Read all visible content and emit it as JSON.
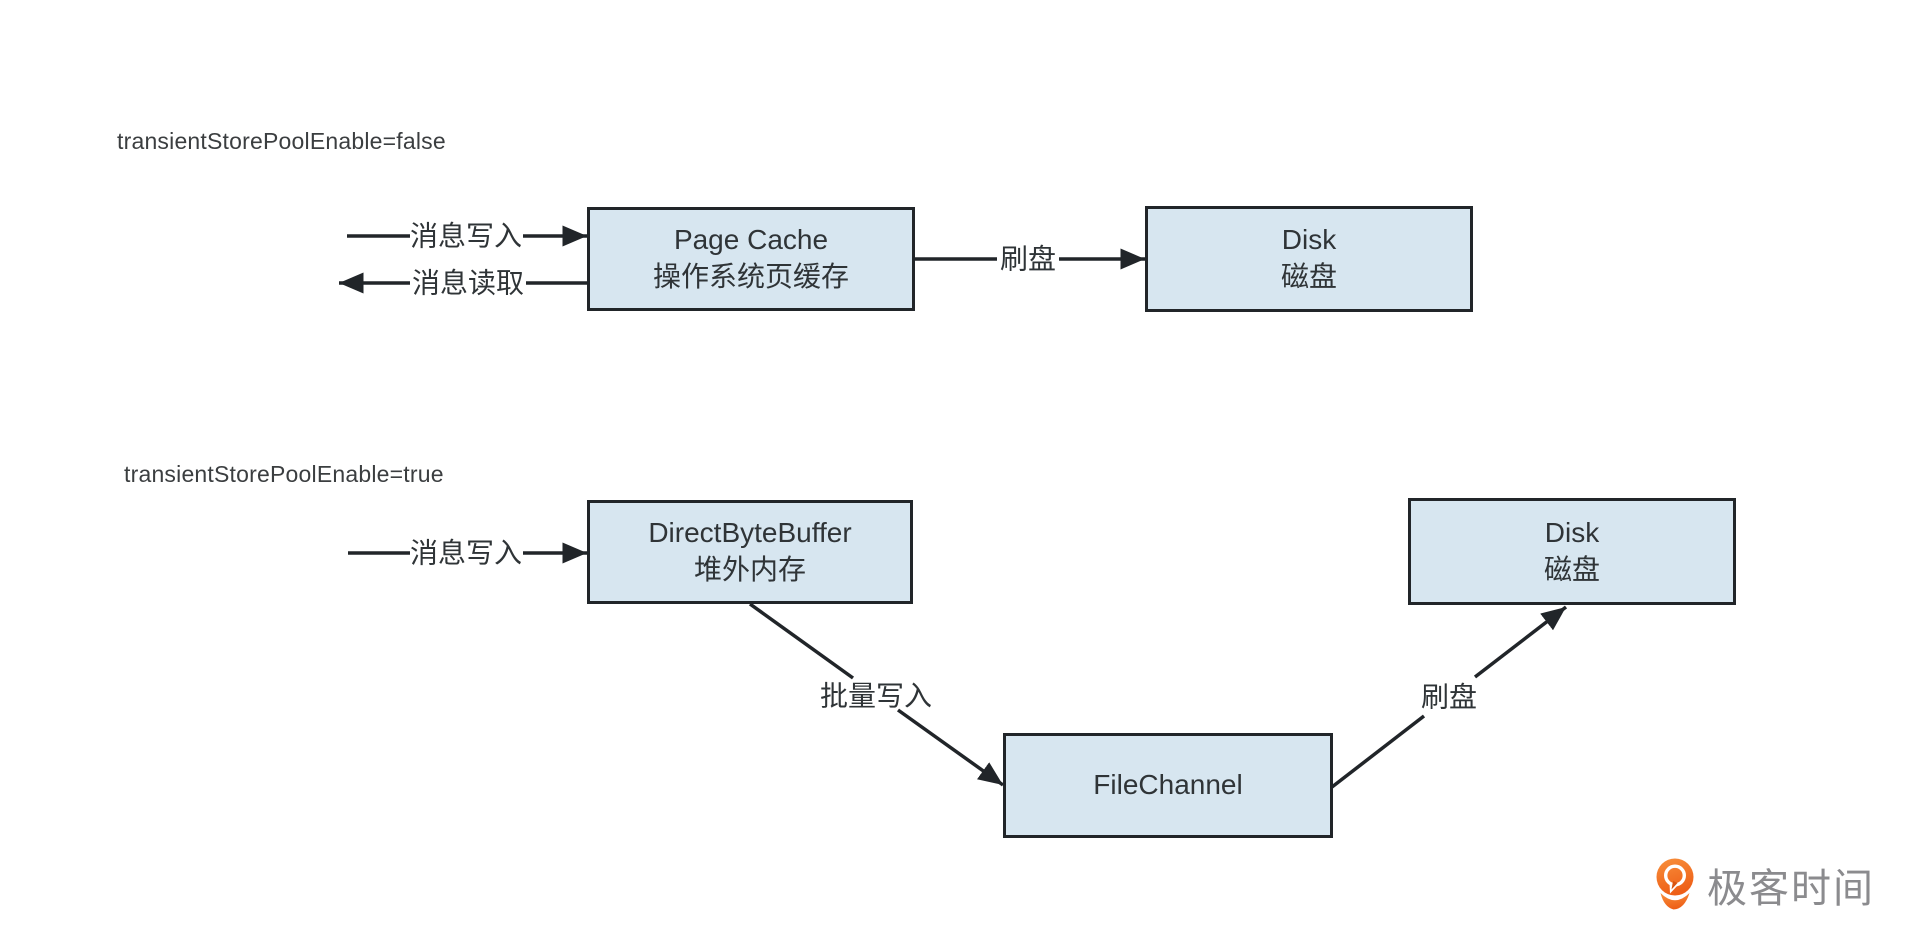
{
  "diagram": {
    "sections": {
      "false_label": "transientStorePoolEnable=false",
      "true_label": "transientStorePoolEnable=true"
    },
    "nodes": {
      "page_cache": {
        "title": "Page Cache",
        "subtitle": "操作系统页缓存"
      },
      "disk_false": {
        "title": "Disk",
        "subtitle": "磁盘"
      },
      "direct_byte_buffer": {
        "title": "DirectByteBuffer",
        "subtitle": "堆外内存"
      },
      "file_channel": {
        "title": "FileChannel"
      },
      "disk_true": {
        "title": "Disk",
        "subtitle": "磁盘"
      }
    },
    "edges": {
      "write_false": "消息写入",
      "read_false": "消息读取",
      "flush_false": "刷盘",
      "write_true": "消息写入",
      "batch_write": "批量写入",
      "flush_true": "刷盘"
    }
  },
  "colors": {
    "node_fill": "#d7e6f0",
    "node_border": "#212529",
    "arrow": "#212529",
    "text": "#2f3437",
    "logo_orange": "#f2691d",
    "logo_orange_light": "#f8903c",
    "logo_text_gray": "#8b8b8e"
  },
  "branding": {
    "logo_text": "极客时间"
  }
}
